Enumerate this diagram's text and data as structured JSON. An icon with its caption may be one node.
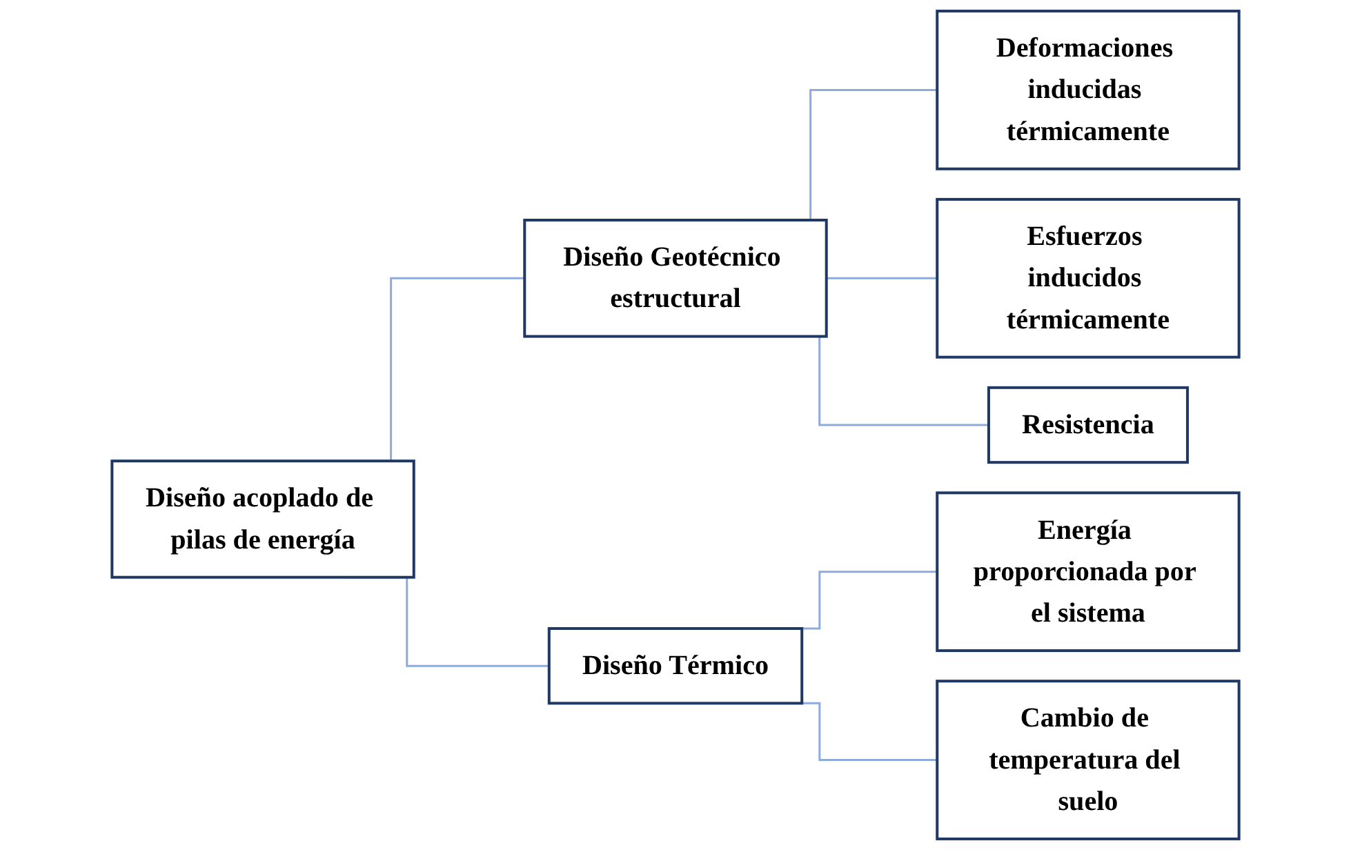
{
  "diagram": {
    "nodes": [
      {
        "text": [
          "Diseño acoplado de pilas de energía"
        ]
      },
      {
        "text": [
          "Diseño Geotécnico estructural"
        ]
      },
      {
        "text": [
          "Deformaciones inducidas térmicamente"
        ]
      },
      {
        "text": [
          "Esfuerzos inducidos térmicamente"
        ]
      },
      {
        "text": [
          "Resistencia"
        ]
      },
      {
        "text": [
          "Diseño Térmico"
        ]
      },
      {
        "text": [
          "Energía proporcionada por el sistema"
        ]
      },
      {
        "text": [
          "Cambio de temperatura del suelo"
        ]
      }
    ],
    "edges": [
      {
        "from": 0,
        "to": 1,
        "arrow": "none"
      },
      {
        "from": 0,
        "to": 5,
        "arrow": "none"
      },
      {
        "from": 1,
        "to": 2,
        "arrow": "none"
      },
      {
        "from": 1,
        "to": 3,
        "arrow": "none"
      },
      {
        "from": 1,
        "to": 4,
        "arrow": "none"
      },
      {
        "from": 5,
        "to": 6,
        "arrow": "none"
      },
      {
        "from": 5,
        "to": 7,
        "arrow": "none"
      }
    ]
  }
}
